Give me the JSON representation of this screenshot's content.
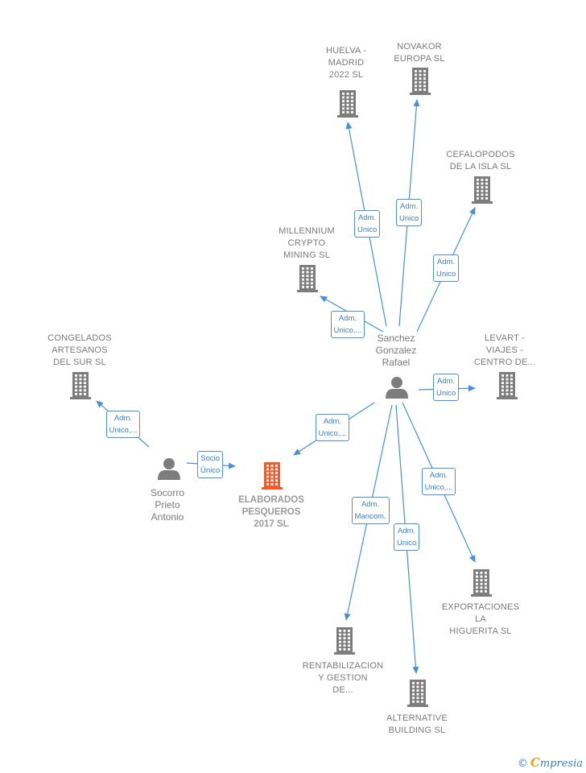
{
  "colors": {
    "edge": "#4a8fd8",
    "company_icon": "#7d7d7d",
    "focus_icon": "#f25b2a",
    "person_icon": "#7d7d7d"
  },
  "nodes": {
    "huelva": {
      "label": "HUELVA -\nMADRID\n2022  SL",
      "type": "company",
      "icon": "building-icon"
    },
    "novakor": {
      "label": "NOVAKOR\nEUROPA SL",
      "type": "company",
      "icon": "building-icon"
    },
    "cefalopodos": {
      "label": "CEFALOPODOS\nDE LA ISLA  SL",
      "type": "company",
      "icon": "building-icon"
    },
    "millennium": {
      "label": "MILLENNIUM\nCRYPTO\nMINING  SL",
      "type": "company",
      "icon": "building-icon"
    },
    "congelados": {
      "label": "CONGELADOS\nARTESANOS\nDEL SUR  SL",
      "type": "company",
      "icon": "building-icon"
    },
    "levart": {
      "label": "LEVART -\nVIAJES -\nCENTRO DE...",
      "type": "company",
      "icon": "building-icon"
    },
    "sanchez": {
      "label": "Sanchez\nGonzalez\nRafael",
      "type": "person",
      "icon": "person-icon"
    },
    "socorro": {
      "label": "Socorro\nPrieto\nAntonio",
      "type": "person",
      "icon": "person-icon"
    },
    "elaborados": {
      "label": "ELABORADOS\nPESQUEROS\n2017  SL",
      "type": "focus",
      "icon": "building-icon"
    },
    "exportaciones": {
      "label": "EXPORTACIONES\nLA\nHIGUERITA  SL",
      "type": "company",
      "icon": "building-icon"
    },
    "rentabilizacion": {
      "label": "RENTABILIZACION\nY GESTION\nDE...",
      "type": "company",
      "icon": "building-icon"
    },
    "alternative": {
      "label": "ALTERNATIVE\nBUILDING SL",
      "type": "company",
      "icon": "building-icon"
    }
  },
  "edges": [
    {
      "from": "sanchez",
      "to": "huelva",
      "label": "Adm.\nUnico"
    },
    {
      "from": "sanchez",
      "to": "novakor",
      "label": "Adm.\nUnico"
    },
    {
      "from": "sanchez",
      "to": "cefalopodos",
      "label": "Adm.\nUnico"
    },
    {
      "from": "sanchez",
      "to": "millennium",
      "label": "Adm.\nUnico,..."
    },
    {
      "from": "sanchez",
      "to": "levart",
      "label": "Adm.\nUnico"
    },
    {
      "from": "sanchez",
      "to": "elaborados",
      "label": "Adm.\nUnico,..."
    },
    {
      "from": "sanchez",
      "to": "exportaciones",
      "label": "Adm.\nUnico,..."
    },
    {
      "from": "sanchez",
      "to": "rentabilizacion",
      "label": "Adm.\nMancom."
    },
    {
      "from": "sanchez",
      "to": "alternative",
      "label": "Adm.\nUnico"
    },
    {
      "from": "socorro",
      "to": "congelados",
      "label": "Adm.\nUnico,..."
    },
    {
      "from": "socorro",
      "to": "elaborados",
      "label": "Socio\nÚnico"
    }
  ],
  "brand": {
    "copyright": "©",
    "initial": "C",
    "name": "mpresia"
  }
}
